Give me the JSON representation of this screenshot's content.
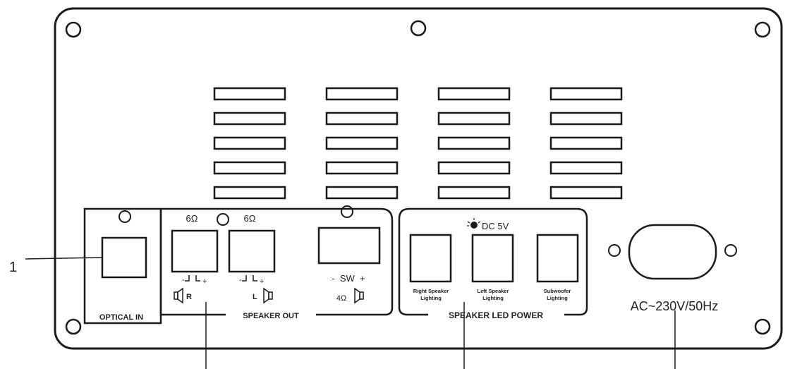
{
  "callouts": {
    "label_1": "1"
  },
  "optical": {
    "label": "OPTICAL IN"
  },
  "speaker_out": {
    "label": "SPEAKER OUT",
    "right": {
      "impedance": "6Ω",
      "polarity_minus": "-",
      "polarity_plus": "+",
      "channel": "R"
    },
    "left": {
      "impedance": "6Ω",
      "polarity_minus": "-",
      "polarity_plus": "+",
      "channel": "L"
    },
    "subwoofer": {
      "polarity": "-  SW  +",
      "impedance": "4Ω"
    }
  },
  "led_power": {
    "label": "SPEAKER LED POWER",
    "voltage": "DC 5V",
    "terminals": [
      {
        "line1": "Right Speaker",
        "line2": "Lighting"
      },
      {
        "line1": "Left Speaker",
        "line2": "Lighting"
      },
      {
        "line1": "Subwoofer",
        "line2": "Lighting"
      }
    ]
  },
  "ac_input": {
    "label": "AC~230V/50Hz"
  },
  "colors": {
    "stroke": "#1a1a1a",
    "background": "#ffffff"
  }
}
